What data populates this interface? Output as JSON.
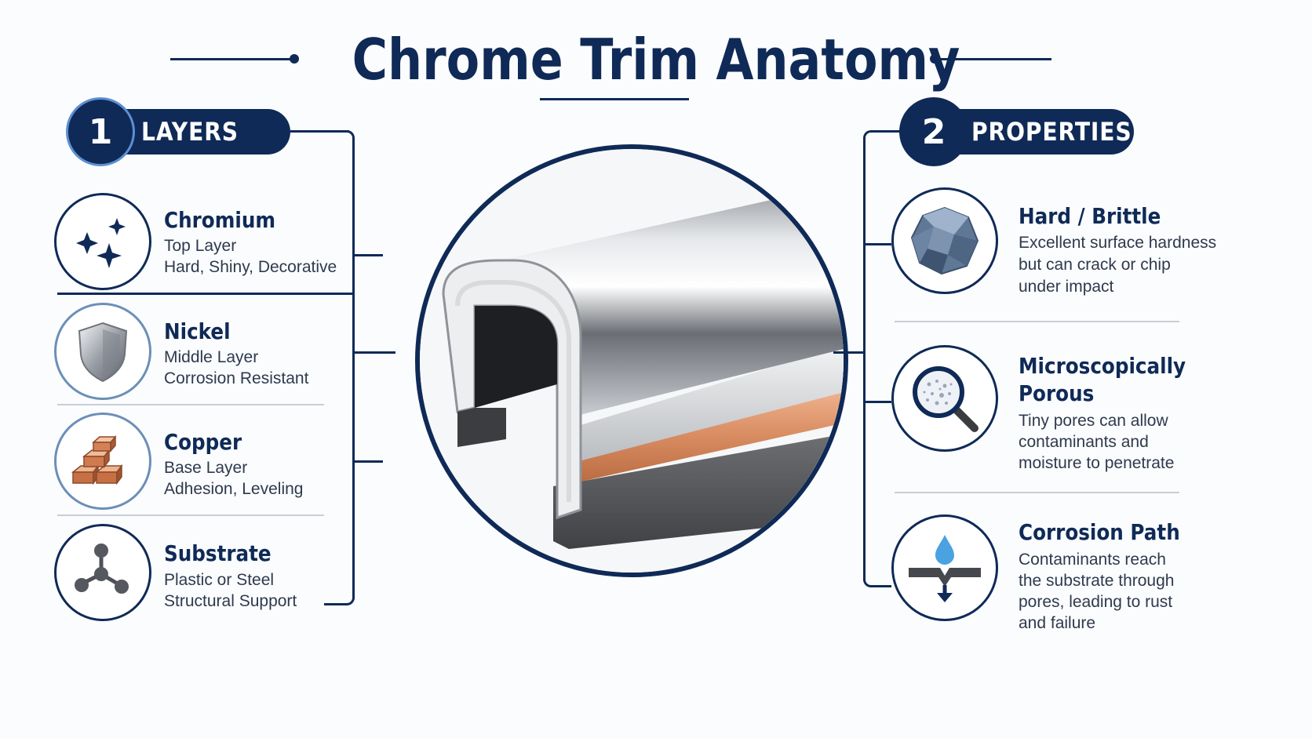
{
  "title": "Chrome Trim Anatomy",
  "layers_section": {
    "number": "1",
    "label": "LAYERS",
    "items": [
      {
        "title": "Chromium",
        "line1": "Top Layer",
        "line2": "Hard, Shiny, Decorative",
        "icon": "sparkle-icon"
      },
      {
        "title": "Nickel",
        "line1": "Middle Layer",
        "line2": "Corrosion Resistant",
        "icon": "shield-icon"
      },
      {
        "title": "Copper",
        "line1": "Base Layer",
        "line2": "Adhesion, Leveling",
        "icon": "copper-bars-icon"
      },
      {
        "title": "Substrate",
        "line1": "Plastic or Steel",
        "line2": "Structural Support",
        "icon": "molecule-icon"
      }
    ]
  },
  "properties_section": {
    "number": "2",
    "label": "PROPERTIES",
    "items": [
      {
        "title": "Hard / Brittle",
        "lines": [
          "Excellent surface hardness",
          "but can crack or chip",
          "under impact"
        ],
        "icon": "crystal-icon"
      },
      {
        "title_line1": "Microscopically",
        "title_line2": "Porous",
        "lines": [
          "Tiny pores can allow",
          "contaminants and",
          "moisture to penetrate"
        ],
        "icon": "magnifier-icon"
      },
      {
        "title": "Corrosion Path",
        "lines": [
          "Contaminants reach",
          "the substrate through",
          "pores, leading to rust",
          "and failure"
        ],
        "icon": "water-drop-icon"
      }
    ]
  },
  "colors": {
    "navy": "#0f2a57",
    "chrome": "#c9ccd1",
    "nickel": "#d9dadc",
    "copper": "#d98c62",
    "substrate": "#4d4f53"
  }
}
